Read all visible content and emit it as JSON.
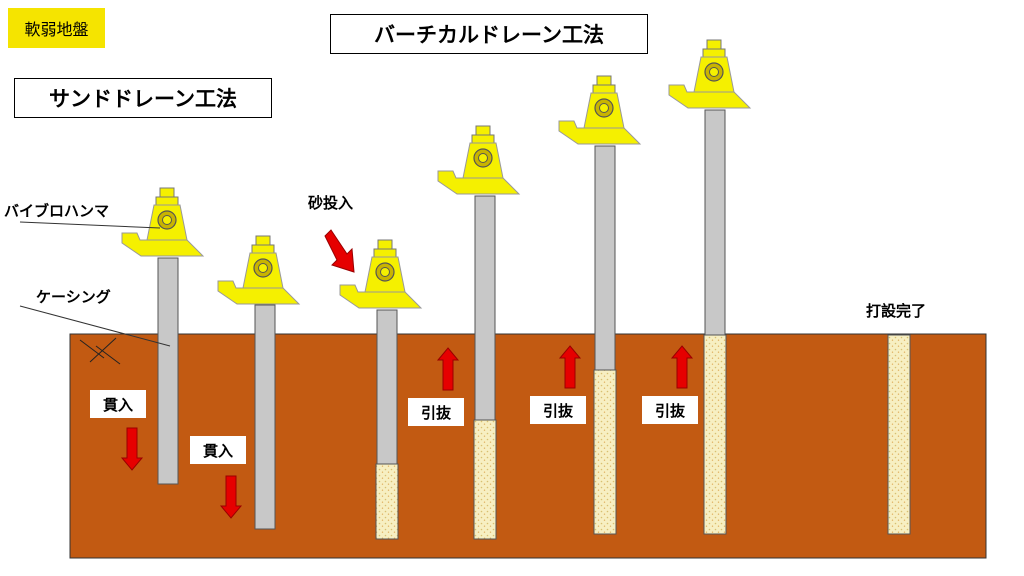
{
  "tag": "軟弱地盤",
  "titles": {
    "vertical_drain": "バーチカルドレーン工法",
    "sand_drain": "サンドドレーン工法"
  },
  "labels": {
    "vibro_hammer": "バイブロハンマ",
    "casing": "ケーシング",
    "sand_input": "砂投入",
    "penetrate": "貫入",
    "pull_out": "引抜",
    "done": "打設完了"
  },
  "colors": {
    "ground": "#c25a12",
    "hammer": "#f5f000",
    "casing": "#c8c8c8",
    "sand": "#f7efc2",
    "arrow": "#e60000",
    "tag": "#f5e400"
  }
}
